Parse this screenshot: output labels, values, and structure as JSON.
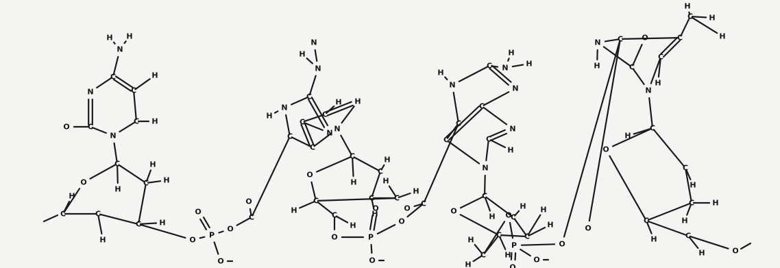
{
  "title": "",
  "molecule": {
    "atoms": [
      {
        "id": "n1",
        "el": "N"
      },
      {
        "id": "n2",
        "el": "H"
      },
      {
        "id": "n3",
        "el": "H"
      },
      {
        "id": "n4",
        "el": "C"
      },
      {
        "id": "n5",
        "el": "N"
      },
      {
        "id": "n6",
        "el": "C"
      },
      {
        "id": "n7",
        "el": "H"
      },
      {
        "id": "n8",
        "el": "C"
      },
      {
        "id": "n9",
        "el": "H"
      },
      {
        "id": "n10",
        "el": "C"
      },
      {
        "id": "n11",
        "el": "O"
      },
      {
        "id": "n12",
        "el": "N"
      },
      {
        "id": "n13",
        "el": "C"
      },
      {
        "id": "n14",
        "el": "H"
      },
      {
        "id": "n15",
        "el": "O"
      },
      {
        "id": "n16",
        "el": "C"
      },
      {
        "id": "n17",
        "el": "H"
      },
      {
        "id": "n18",
        "el": "H"
      },
      {
        "id": "n19",
        "el": "H"
      },
      {
        "id": "n20",
        "el": "C"
      },
      {
        "id": "n21",
        "el": "C"
      },
      {
        "id": "n22",
        "el": "H"
      },
      {
        "id": "n23",
        "el": "C"
      },
      {
        "id": "n24",
        "el": "H"
      },
      {
        "id": "n25",
        "el": "O"
      },
      {
        "id": "n26",
        "el": "P"
      },
      {
        "id": "n27",
        "el": "O"
      },
      {
        "id": "n28",
        "el": "O"
      },
      {
        "id": "n29",
        "el": "O"
      },
      {
        "id": "n30",
        "el": "O"
      },
      {
        "id": "n31",
        "el": "C"
      },
      {
        "id": "n32",
        "el": "C"
      },
      {
        "id": "n33",
        "el": "N"
      },
      {
        "id": "n34",
        "el": "H"
      },
      {
        "id": "n35",
        "el": "C"
      },
      {
        "id": "n36",
        "el": "N"
      },
      {
        "id": "n37",
        "el": "H"
      },
      {
        "id": "n38",
        "el": "N"
      },
      {
        "id": "n39",
        "el": "C"
      },
      {
        "id": "n40",
        "el": "C"
      },
      {
        "id": "n41",
        "el": "C"
      },
      {
        "id": "n42",
        "el": "N"
      },
      {
        "id": "n43",
        "el": "H"
      },
      {
        "id": "n44",
        "el": "H"
      },
      {
        "id": "n45",
        "el": "N"
      },
      {
        "id": "n46",
        "el": "C"
      },
      {
        "id": "n47",
        "el": "H"
      },
      {
        "id": "n48",
        "el": "C"
      },
      {
        "id": "n49",
        "el": "H"
      },
      {
        "id": "n50",
        "el": "O"
      },
      {
        "id": "n51",
        "el": "C"
      },
      {
        "id": "n52",
        "el": "H"
      },
      {
        "id": "n53",
        "el": "C"
      },
      {
        "id": "n54",
        "el": "H"
      },
      {
        "id": "n55",
        "el": "H"
      },
      {
        "id": "n56",
        "el": "C"
      },
      {
        "id": "n57",
        "el": "H"
      },
      {
        "id": "n58",
        "el": "C"
      },
      {
        "id": "n59",
        "el": "H"
      },
      {
        "id": "n60",
        "el": "O"
      },
      {
        "id": "n61",
        "el": "P"
      },
      {
        "id": "n62",
        "el": "O"
      },
      {
        "id": "n63",
        "el": "O"
      },
      {
        "id": "n64",
        "el": "O"
      },
      {
        "id": "n65",
        "el": "O"
      },
      {
        "id": "n66",
        "el": "C"
      },
      {
        "id": "n67",
        "el": "C"
      },
      {
        "id": "n68",
        "el": "N"
      },
      {
        "id": "n69",
        "el": "H"
      },
      {
        "id": "n70",
        "el": "C"
      },
      {
        "id": "n71",
        "el": "N"
      },
      {
        "id": "n72",
        "el": "H"
      },
      {
        "id": "n73",
        "el": "H"
      },
      {
        "id": "n74",
        "el": "N"
      },
      {
        "id": "n75",
        "el": "C"
      },
      {
        "id": "n76",
        "el": "C"
      },
      {
        "id": "n77",
        "el": "N"
      },
      {
        "id": "n78",
        "el": "C"
      },
      {
        "id": "n79",
        "el": "H"
      },
      {
        "id": "n80",
        "el": "N"
      },
      {
        "id": "n81",
        "el": "C"
      },
      {
        "id": "n82",
        "el": "H"
      },
      {
        "id": "n83",
        "el": "O"
      },
      {
        "id": "n84",
        "el": "C"
      },
      {
        "id": "n85",
        "el": "H"
      },
      {
        "id": "n86",
        "el": "C"
      },
      {
        "id": "n87",
        "el": "H"
      },
      {
        "id": "n88",
        "el": "H"
      },
      {
        "id": "n89",
        "el": "C"
      },
      {
        "id": "n90",
        "el": "H"
      },
      {
        "id": "n91",
        "el": "C"
      },
      {
        "id": "n92",
        "el": "H"
      },
      {
        "id": "n93",
        "el": "H"
      },
      {
        "id": "n94",
        "el": "O"
      },
      {
        "id": "n95",
        "el": "P"
      },
      {
        "id": "n96",
        "el": "O"
      },
      {
        "id": "n97",
        "el": "O"
      },
      {
        "id": "n98",
        "el": "O"
      },
      {
        "id": "n99",
        "el": "O"
      },
      {
        "id": "n100",
        "el": "C"
      },
      {
        "id": "n101",
        "el": "N"
      },
      {
        "id": "n102",
        "el": "H"
      },
      {
        "id": "n103",
        "el": "C"
      },
      {
        "id": "n104",
        "el": "O"
      },
      {
        "id": "n105",
        "el": "N"
      },
      {
        "id": "n106",
        "el": "C"
      },
      {
        "id": "n107",
        "el": "H"
      },
      {
        "id": "n108",
        "el": "C"
      },
      {
        "id": "n109",
        "el": "C"
      },
      {
        "id": "n110",
        "el": "H"
      },
      {
        "id": "n111",
        "el": "H"
      },
      {
        "id": "n112",
        "el": "H"
      },
      {
        "id": "n113",
        "el": "C"
      },
      {
        "id": "n114",
        "el": "H"
      },
      {
        "id": "n115",
        "el": "O"
      },
      {
        "id": "n116",
        "el": "C"
      },
      {
        "id": "n117",
        "el": "H"
      },
      {
        "id": "n118",
        "el": "C"
      },
      {
        "id": "n119",
        "el": "H"
      },
      {
        "id": "n120",
        "el": "H"
      },
      {
        "id": "n121",
        "el": "C"
      },
      {
        "id": "n122",
        "el": "H"
      },
      {
        "id": "n123",
        "el": "C"
      },
      {
        "id": "n124",
        "el": "H"
      },
      {
        "id": "n125",
        "el": "O"
      }
    ],
    "bonds": [
      [
        "n1",
        "n2",
        1
      ],
      [
        "n1",
        "n3",
        1
      ],
      [
        "n1",
        "n4",
        1
      ],
      [
        "n4",
        "n5",
        1
      ],
      [
        "n4",
        "n6",
        2
      ],
      [
        "n6",
        "n7",
        1
      ],
      [
        "n6",
        "n8",
        1
      ],
      [
        "n8",
        "n9",
        1
      ],
      [
        "n8",
        "n12",
        1
      ],
      [
        "n5",
        "n10",
        2
      ],
      [
        "n10",
        "n11",
        1
      ],
      [
        "n10",
        "n12",
        1
      ],
      [
        "n12",
        "n13",
        1
      ],
      [
        "n13",
        "n14",
        1
      ],
      [
        "n13",
        "n15",
        1
      ],
      [
        "n13",
        "n16",
        1
      ],
      [
        "n16",
        "n17",
        1
      ],
      [
        "n16",
        "n18",
        1
      ],
      [
        "n16",
        "n23",
        1
      ],
      [
        "n15",
        "n20",
        1
      ],
      [
        "n20",
        "n19",
        1
      ],
      [
        "n20",
        "n21",
        1
      ],
      [
        "n21",
        "n22",
        1
      ],
      [
        "n21",
        "n23",
        1
      ],
      [
        "n23",
        "n24",
        1
      ],
      [
        "n23",
        "n25",
        1
      ],
      [
        "n25",
        "n26",
        1
      ],
      [
        "n26",
        "n27",
        2
      ],
      [
        "n26",
        "n28",
        1
      ],
      [
        "n26",
        "n29",
        1
      ],
      [
        "n29",
        "n31",
        1
      ],
      [
        "n30",
        "n31",
        1
      ],
      [
        "n31",
        "n32",
        1
      ],
      [
        "n32",
        "n33",
        1
      ],
      [
        "n32",
        "n39",
        1
      ],
      [
        "n33",
        "n34",
        1
      ],
      [
        "n33",
        "n35",
        1
      ],
      [
        "n35",
        "n36",
        1
      ],
      [
        "n36",
        "n37",
        1
      ],
      [
        "n36",
        "n38",
        1
      ],
      [
        "n35",
        "n42",
        2
      ],
      [
        "n42",
        "n40",
        1
      ],
      [
        "n40",
        "n39",
        2
      ],
      [
        "n40",
        "n41",
        1
      ],
      [
        "n41",
        "n43",
        1
      ],
      [
        "n41",
        "n44",
        2
      ],
      [
        "n44",
        "n45",
        1
      ],
      [
        "n45",
        "n46",
        1
      ],
      [
        "n45",
        "n39",
        1
      ],
      [
        "n46",
        "n47",
        1
      ],
      [
        "n46",
        "n48",
        1
      ],
      [
        "n46",
        "n50",
        1
      ],
      [
        "n48",
        "n49",
        1
      ],
      [
        "n48",
        "n51",
        1
      ],
      [
        "n51",
        "n52",
        1
      ],
      [
        "n51",
        "n53",
        1
      ],
      [
        "n53",
        "n54",
        1
      ],
      [
        "n53",
        "n56",
        1
      ],
      [
        "n53",
        "n55",
        1
      ],
      [
        "n50",
        "n56",
        1
      ],
      [
        "n56",
        "n57",
        1
      ],
      [
        "n56",
        "n58",
        1
      ],
      [
        "n58",
        "n59",
        1
      ],
      [
        "n58",
        "n60",
        1
      ],
      [
        "n60",
        "n61",
        1
      ],
      [
        "n61",
        "n62",
        2
      ],
      [
        "n61",
        "n63",
        1
      ],
      [
        "n61",
        "n64",
        1
      ],
      [
        "n64",
        "n66",
        1
      ],
      [
        "n65",
        "n66",
        1
      ],
      [
        "n66",
        "n67",
        1
      ],
      [
        "n67",
        "n68",
        1
      ],
      [
        "n67",
        "n75",
        1
      ],
      [
        "n68",
        "n69",
        1
      ],
      [
        "n68",
        "n70",
        1
      ],
      [
        "n70",
        "n71",
        1
      ],
      [
        "n71",
        "n72",
        1
      ],
      [
        "n71",
        "n73",
        1
      ],
      [
        "n70",
        "n74",
        2
      ],
      [
        "n74",
        "n76",
        1
      ],
      [
        "n76",
        "n75",
        2
      ],
      [
        "n76",
        "n77",
        1
      ],
      [
        "n77",
        "n78",
        2
      ],
      [
        "n78",
        "n79",
        1
      ],
      [
        "n78",
        "n80",
        1
      ],
      [
        "n80",
        "n75",
        1
      ],
      [
        "n80",
        "n81",
        1
      ],
      [
        "n81",
        "n82",
        1
      ],
      [
        "n81",
        "n84",
        1
      ],
      [
        "n81",
        "n83",
        1
      ],
      [
        "n84",
        "n85",
        1
      ],
      [
        "n84",
        "n86",
        1
      ],
      [
        "n86",
        "n87",
        1
      ],
      [
        "n86",
        "n89",
        1
      ],
      [
        "n86",
        "n88",
        1
      ],
      [
        "n83",
        "n89",
        1
      ],
      [
        "n89",
        "n90",
        1
      ],
      [
        "n89",
        "n91",
        1
      ],
      [
        "n91",
        "n92",
        1
      ],
      [
        "n91",
        "n93",
        1
      ],
      [
        "n91",
        "n94",
        1
      ],
      [
        "n94",
        "n95",
        1
      ],
      [
        "n95",
        "n96",
        2
      ],
      [
        "n95",
        "n97",
        1
      ],
      [
        "n95",
        "n98",
        1
      ],
      [
        "n98",
        "n100",
        1
      ],
      [
        "n99",
        "n100",
        1
      ],
      [
        "n100",
        "n101",
        1
      ],
      [
        "n100",
        "n108",
        1
      ],
      [
        "n101",
        "n102",
        1
      ],
      [
        "n101",
        "n103",
        1
      ],
      [
        "n103",
        "n104",
        1
      ],
      [
        "n103",
        "n105",
        1
      ],
      [
        "n105",
        "n106",
        1
      ],
      [
        "n106",
        "n107",
        1
      ],
      [
        "n106",
        "n108",
        2
      ],
      [
        "n108",
        "n109",
        1
      ],
      [
        "n109",
        "n110",
        1
      ],
      [
        "n109",
        "n111",
        1
      ],
      [
        "n109",
        "n112",
        1
      ],
      [
        "n105",
        "n113",
        1
      ],
      [
        "n113",
        "n114",
        1
      ],
      [
        "n113",
        "n116",
        1
      ],
      [
        "n113",
        "n115",
        1
      ],
      [
        "n116",
        "n117",
        1
      ],
      [
        "n116",
        "n118",
        1
      ],
      [
        "n118",
        "n119",
        1
      ],
      [
        "n118",
        "n121",
        1
      ],
      [
        "n118",
        "n120",
        1
      ],
      [
        "n115",
        "n121",
        1
      ],
      [
        "n121",
        "n122",
        1
      ],
      [
        "n121",
        "n123",
        1
      ],
      [
        "n123",
        "n124",
        1
      ],
      [
        "n123",
        "n125",
        1
      ]
    ]
  }
}
